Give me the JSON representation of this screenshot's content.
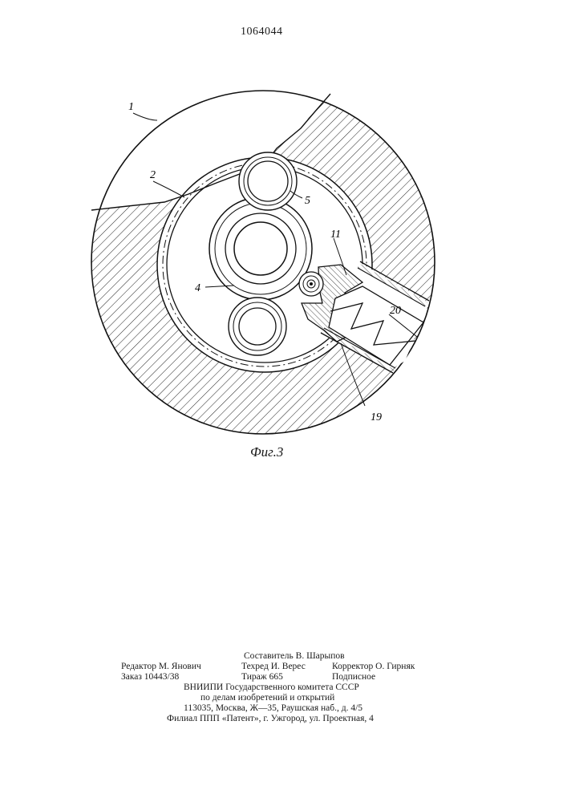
{
  "document": {
    "number": "1064044"
  },
  "figure": {
    "caption": "Фиг.3",
    "callouts": [
      "1",
      "2",
      "5",
      "11",
      "4",
      "20",
      "19"
    ]
  },
  "imprint": {
    "compiler": "Составитель В. Шарыпов",
    "editor": "Редактор М. Янович",
    "techred": "Техред И. Верес",
    "corrector": "Корректор О. Гирняк",
    "order": "Заказ 10443/38",
    "print_run": "Тираж 665",
    "subscription": "Подписное",
    "org_line1": "ВНИИПИ  Государственного  комитета  СССР",
    "org_line2": "по  делам  изобретений  и  открытий",
    "address": "113035,  Москва,  Ж—35,  Раушская  наб.,  д.  4/5",
    "branch": "Филиал  ППП  «Патент»,  г.  Ужгород,  ул.  Проектная,  4"
  }
}
